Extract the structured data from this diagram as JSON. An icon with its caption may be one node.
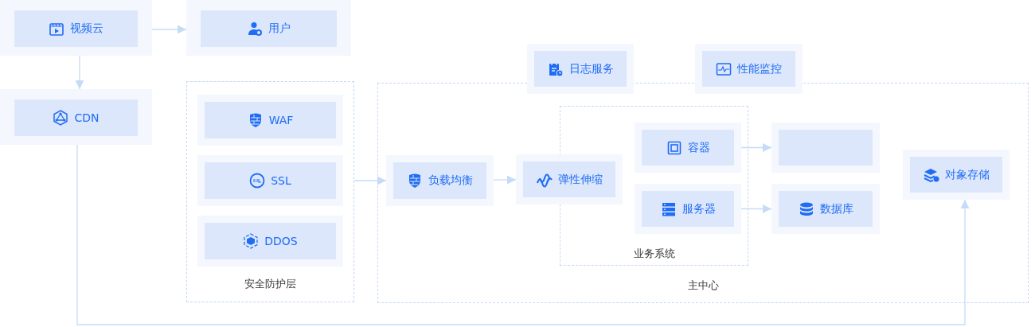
{
  "diagram": {
    "nodes": [
      {
        "text": [
          "视频云"
        ]
      },
      {
        "text": [
          "用户"
        ]
      },
      {
        "text": [
          "CDN"
        ]
      },
      {
        "text": [
          "安全防护层"
        ]
      },
      {
        "text": [
          "WAF"
        ],
        "in": 3
      },
      {
        "text": [
          "SSL"
        ],
        "in": 3
      },
      {
        "text": [
          "DDOS"
        ],
        "in": 3
      },
      {
        "text": [
          "主中心"
        ]
      },
      {
        "text": [
          "日志服务"
        ]
      },
      {
        "text": [
          "性能监控"
        ]
      },
      {
        "text": [
          "负载均衡"
        ],
        "in": 7
      },
      {
        "text": [
          "业务系统"
        ],
        "in": 7
      },
      {
        "text": [
          "弹性伸缩"
        ],
        "in": 7
      },
      {
        "text": [
          "容器"
        ],
        "in": 11
      },
      {
        "text": [
          "服务器"
        ],
        "in": 11
      },
      {
        "text": [],
        "shape": "box",
        "in": 7
      },
      {
        "text": [
          "数据库"
        ],
        "in": 7
      },
      {
        "text": [
          "对象存储"
        ],
        "in": 7
      }
    ],
    "edges": [
      {
        "from": 0,
        "to": 1,
        "arrow": "to"
      },
      {
        "from": 0,
        "to": 2,
        "arrow": "to"
      },
      {
        "from": 3,
        "to": 10,
        "arrow": "to"
      },
      {
        "from": 10,
        "to": 12,
        "arrow": "to"
      },
      {
        "from": 13,
        "to": 15,
        "arrow": "to"
      },
      {
        "from": 14,
        "to": 16,
        "arrow": "to"
      },
      {
        "from": 2,
        "to": 17,
        "arrow": "to"
      }
    ]
  }
}
